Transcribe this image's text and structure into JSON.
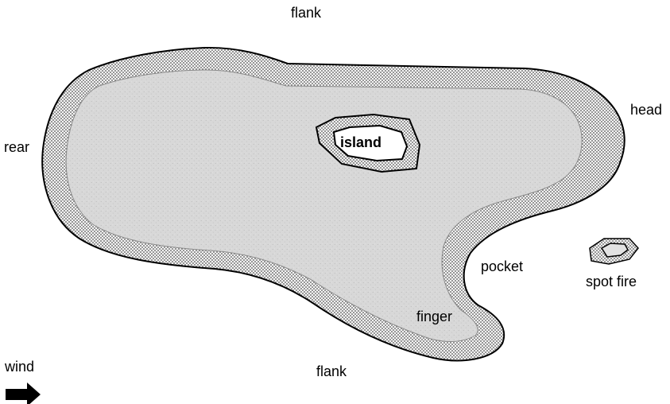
{
  "diagram": {
    "labels": {
      "flank_top": "flank",
      "flank_bottom": "flank",
      "rear": "rear",
      "head": "head",
      "island": "island",
      "pocket": "pocket",
      "spot_fire": "spot fire",
      "finger": "finger",
      "wind": "wind"
    },
    "colors": {
      "burned_interior": "#d8d8d8",
      "active_edge_fill": "#f4f4f4",
      "active_edge_dots": "#4a4a4a",
      "outline": "#000000",
      "wind_arrow": "#000000"
    },
    "icons": {
      "wind_arrow": "right-arrow-icon"
    }
  }
}
